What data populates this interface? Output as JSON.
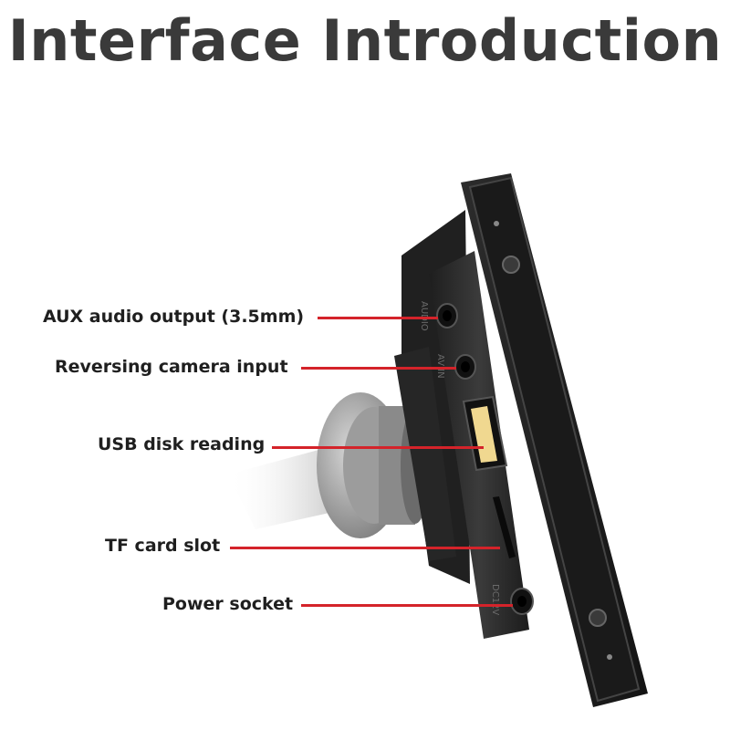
{
  "title": "Interface Introduction",
  "callouts": [
    {
      "label": "AUX audio output (3.5mm)"
    },
    {
      "label": "Reversing camera input"
    },
    {
      "label": "USB disk reading"
    },
    {
      "label": "TF card slot"
    },
    {
      "label": "Power socket"
    }
  ],
  "port_labels": {
    "audio": "AUDIO",
    "av_in": "AV IN",
    "dc": "DC12V"
  },
  "colors": {
    "leader_line": "#d4232a",
    "title_text": "#3a3a3a",
    "device_body": "#2a2a2a",
    "usb_insert": "#f0d890"
  }
}
